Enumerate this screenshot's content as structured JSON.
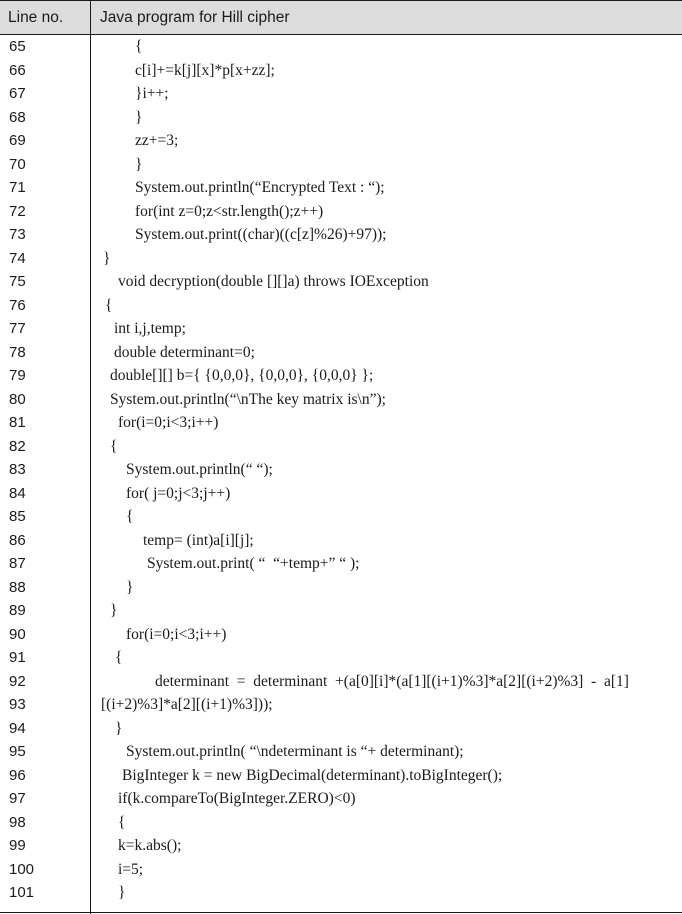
{
  "table": {
    "header": {
      "line_col": "Line no.",
      "code_col": "Java program for Hill cipher"
    },
    "rows": [
      {
        "n": "65",
        "code": "{"
      },
      {
        "n": "66",
        "code": "c[i]+=k[j][x]*p[x+zz];"
      },
      {
        "n": "67",
        "code": "}i++;"
      },
      {
        "n": "68",
        "code": "}"
      },
      {
        "n": "69",
        "code": "zz+=3;"
      },
      {
        "n": "70",
        "code": "}"
      },
      {
        "n": "71",
        "code": "System.out.println(“Encrypted Text : “);"
      },
      {
        "n": "72",
        "code": "for(int z=0;z<str.length();z++)"
      },
      {
        "n": "73",
        "code": "System.out.print((char)((c[z]%26)+97));"
      },
      {
        "n": "74",
        "code": "}"
      },
      {
        "n": "75",
        "code": "void decryption(double [][]a) throws IOException"
      },
      {
        "n": "76",
        "code": "{"
      },
      {
        "n": "77",
        "code": "int i,j,temp;"
      },
      {
        "n": "78",
        "code": "double determinant=0;"
      },
      {
        "n": "79",
        "code": "double[][] b={ {0,0,0}, {0,0,0}, {0,0,0} };"
      },
      {
        "n": "80",
        "code": "System.out.println(“\\nThe key matrix is\\n”);"
      },
      {
        "n": "81",
        "code": "for(i=0;i<3;i++)"
      },
      {
        "n": "82",
        "code": "{"
      },
      {
        "n": "83",
        "code": "System.out.println(“ “);"
      },
      {
        "n": "84",
        "code": "for( j=0;j<3;j++)"
      },
      {
        "n": "85",
        "code": "{"
      },
      {
        "n": "86",
        "code": "temp= (int)a[i][j];"
      },
      {
        "n": "87",
        "code": "System.out.print( “  “+temp+” “ );"
      },
      {
        "n": "88",
        "code": "}"
      },
      {
        "n": "89",
        "code": "}"
      },
      {
        "n": "90",
        "code": "for(i=0;i<3;i++)"
      },
      {
        "n": "91",
        "code": "{"
      },
      {
        "n": "92",
        "code": "determinant  =  determinant  +(a[0][i]*(a[1][(i+1)%3]*a[2][(i+2)%3]  -  a[1]"
      },
      {
        "n": "93",
        "code": "[(i+2)%3]*a[2][(i+1)%3]));"
      },
      {
        "n": "94",
        "code": "}"
      },
      {
        "n": "95",
        "code": "System.out.println( “\\ndeterminant is “+ determinant);"
      },
      {
        "n": "96",
        "code": "BigInteger k = new BigDecimal(determinant).toBigInteger();"
      },
      {
        "n": "97",
        "code": "if(k.compareTo(BigInteger.ZERO)<0)"
      },
      {
        "n": "98",
        "code": "{"
      },
      {
        "n": "99",
        "code": "k=k.abs();"
      },
      {
        "n": "100",
        "code": "i=5;"
      },
      {
        "n": "101",
        "code": "}"
      }
    ]
  }
}
